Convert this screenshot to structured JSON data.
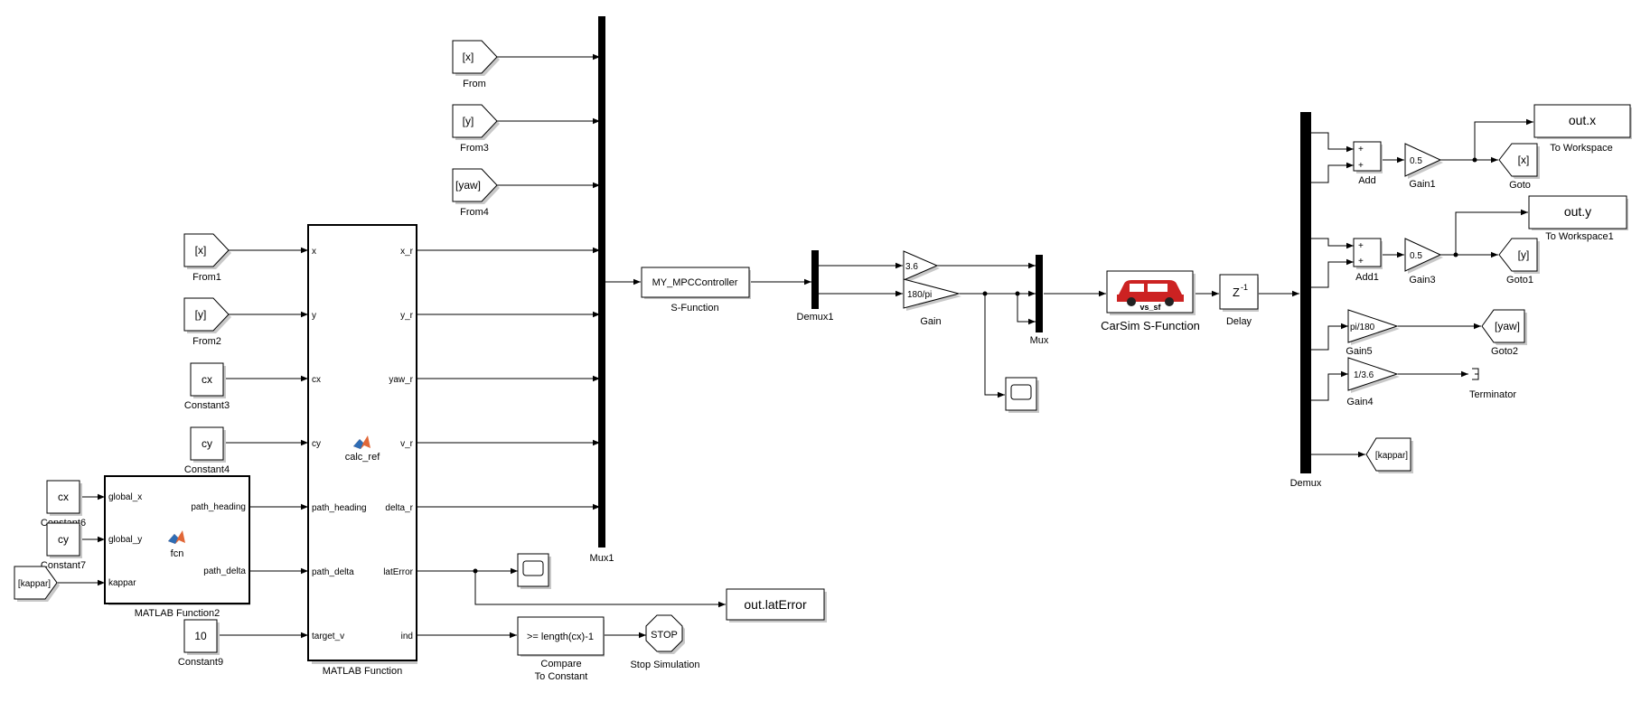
{
  "blocks": {
    "from": {
      "tag": "[x]",
      "name": "From"
    },
    "from3": {
      "tag": "[y]",
      "name": "From3"
    },
    "from4": {
      "tag": "[yaw]",
      "name": "From4"
    },
    "from1": {
      "tag": "[x]",
      "name": "From1"
    },
    "from2": {
      "tag": "[y]",
      "name": "From2"
    },
    "constant3": {
      "value": "cx",
      "name": "Constant3"
    },
    "constant4": {
      "value": "cy",
      "name": "Constant4"
    },
    "constant6": {
      "value": "cx",
      "name": "Constant6"
    },
    "constant7": {
      "value": "cy",
      "name": "Constant7"
    },
    "constant9": {
      "value": "10",
      "name": "Constant9"
    },
    "from_kappar": {
      "tag": "[kappar]"
    },
    "mf2": {
      "name": "MATLAB Function2",
      "fn": "fcn",
      "in1": "global_x",
      "in2": "global_y",
      "in3": "kappar",
      "out1": "path_heading",
      "out2": "path_delta"
    },
    "mf": {
      "name": "MATLAB Function",
      "fn": "calc_ref",
      "in1": "x",
      "in2": "y",
      "in3": "cx",
      "in4": "cy",
      "in5": "path_heading",
      "in6": "path_delta",
      "in7": "target_v",
      "out1": "x_r",
      "out2": "y_r",
      "out3": "yaw_r",
      "out4": "v_r",
      "out5": "delta_r",
      "out6": "latError",
      "out7": "ind"
    },
    "mux1": {
      "name": "Mux1"
    },
    "sfun": {
      "text": "MY_MPCController",
      "name": "S-Function"
    },
    "demux1": {
      "name": "Demux1"
    },
    "gain_a": {
      "text": "3.6"
    },
    "gain": {
      "text": "180/pi",
      "name": "Gain"
    },
    "mux": {
      "name": "Mux"
    },
    "carsim": {
      "text": "vs_sf",
      "name": "CarSim S-Function"
    },
    "delay": {
      "text": "Z",
      "exp": "-1",
      "name": "Delay"
    },
    "demux": {
      "name": "Demux"
    },
    "add": {
      "name": "Add",
      "s1": "+",
      "s2": "+"
    },
    "add1": {
      "name": "Add1",
      "s1": "+",
      "s2": "+"
    },
    "gain1": {
      "text": "0.5",
      "name": "Gain1"
    },
    "gain3": {
      "text": "0.5",
      "name": "Gain3"
    },
    "gain5": {
      "text": "pi/180",
      "name": "Gain5"
    },
    "gain4": {
      "text": "1/3.6",
      "name": "Gain4"
    },
    "outx": {
      "text": "out.x",
      "name": "To Workspace"
    },
    "outy": {
      "text": "out.y",
      "name": "To Workspace1"
    },
    "goto": {
      "tag": "[x]",
      "name": "Goto"
    },
    "goto1": {
      "tag": "[y]",
      "name": "Goto1"
    },
    "goto2": {
      "tag": "[yaw]",
      "name": "Goto2"
    },
    "goto_kappar": {
      "tag": "[kappar]"
    },
    "terminator": {
      "name": "Terminator"
    },
    "outlat": {
      "text": "out.latError"
    },
    "compare": {
      "text": ">= length(cx)-1",
      "name1": "Compare",
      "name2": "To Constant"
    },
    "stop": {
      "text": "STOP",
      "name": "Stop Simulation"
    }
  },
  "colors": {
    "carsim_red": "#cc2222",
    "matlab_logo_orange": "#e16737",
    "matlab_logo_blue": "#2f6db5"
  },
  "icons": [
    "matlab-logo-icon",
    "scope-icon",
    "car-icon",
    "terminator-icon"
  ]
}
